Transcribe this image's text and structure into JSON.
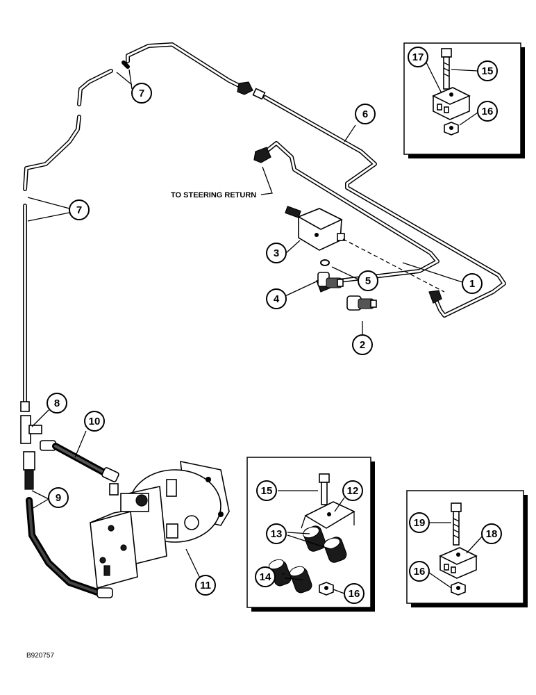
{
  "labels": {
    "steering_return": "TO STEERING RETURN",
    "figure_ref": "B920757"
  },
  "callouts": [
    {
      "id": "c1",
      "num": "1"
    },
    {
      "id": "c2",
      "num": "2"
    },
    {
      "id": "c3",
      "num": "3"
    },
    {
      "id": "c4",
      "num": "4"
    },
    {
      "id": "c5",
      "num": "5"
    },
    {
      "id": "c6",
      "num": "6"
    },
    {
      "id": "c7a",
      "num": "7"
    },
    {
      "id": "c7b",
      "num": "7"
    },
    {
      "id": "c8",
      "num": "8"
    },
    {
      "id": "c9",
      "num": "9"
    },
    {
      "id": "c10",
      "num": "10"
    },
    {
      "id": "c11",
      "num": "11"
    },
    {
      "id": "c17",
      "num": "17"
    },
    {
      "id": "c15a",
      "num": "15"
    },
    {
      "id": "c16a",
      "num": "16"
    },
    {
      "id": "c15b",
      "num": "15"
    },
    {
      "id": "c12",
      "num": "12"
    },
    {
      "id": "c13",
      "num": "13"
    },
    {
      "id": "c14",
      "num": "14"
    },
    {
      "id": "c16b",
      "num": "16"
    },
    {
      "id": "c19",
      "num": "19"
    },
    {
      "id": "c18",
      "num": "18"
    },
    {
      "id": "c16c",
      "num": "16"
    }
  ]
}
